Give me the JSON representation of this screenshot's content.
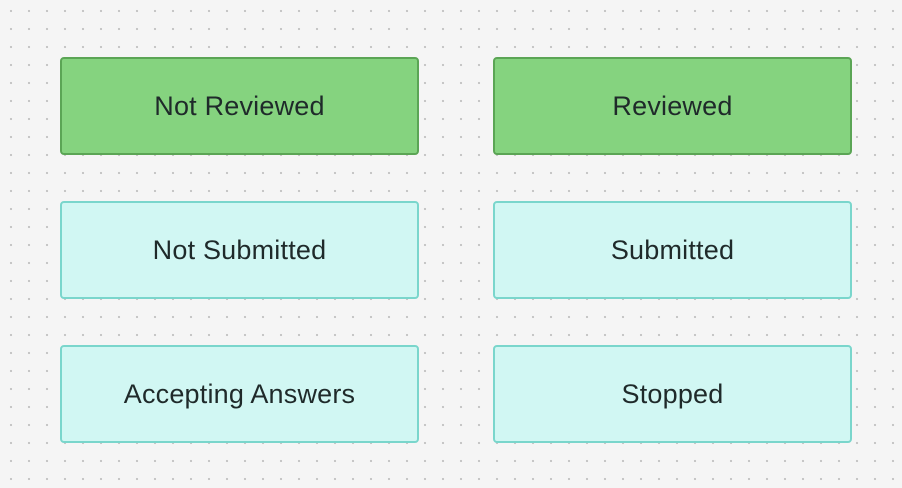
{
  "nodes": {
    "not_reviewed": "Not Reviewed",
    "reviewed": "Reviewed",
    "not_submitted": "Not Submitted",
    "submitted": "Submitted",
    "accepting_answers": "Accepting Answers",
    "stopped": "Stopped"
  },
  "colors": {
    "canvas_background": "#f5f5f5",
    "green_fill": "#85d37f",
    "green_border": "#5ba555",
    "cyan_fill": "#d1f7f3",
    "cyan_border": "#7ad6cc",
    "text": "#1f2a2a"
  }
}
